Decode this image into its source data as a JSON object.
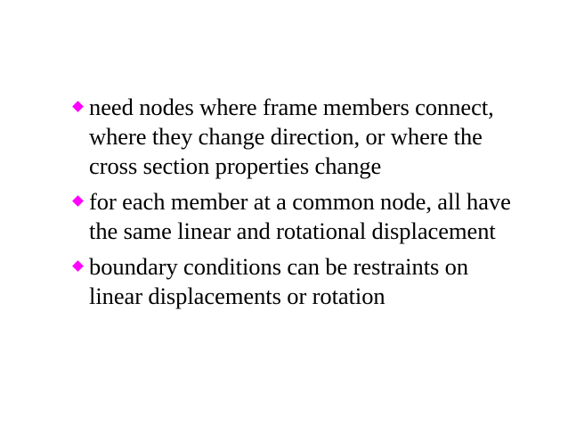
{
  "slide": {
    "background_color": "#ffffff",
    "text_color": "#000000",
    "bullet_color": "#FF00FF",
    "bullet_glyph": "diamond-bullet-icon",
    "bullets": [
      {
        "text": "need nodes where frame members connect, where they change direction, or where the cross section properties change"
      },
      {
        "text": "for each member at a common node, all have the same linear and rotational displacement"
      },
      {
        "text": "boundary conditions can be restraints on linear displacements or rotation"
      }
    ]
  }
}
